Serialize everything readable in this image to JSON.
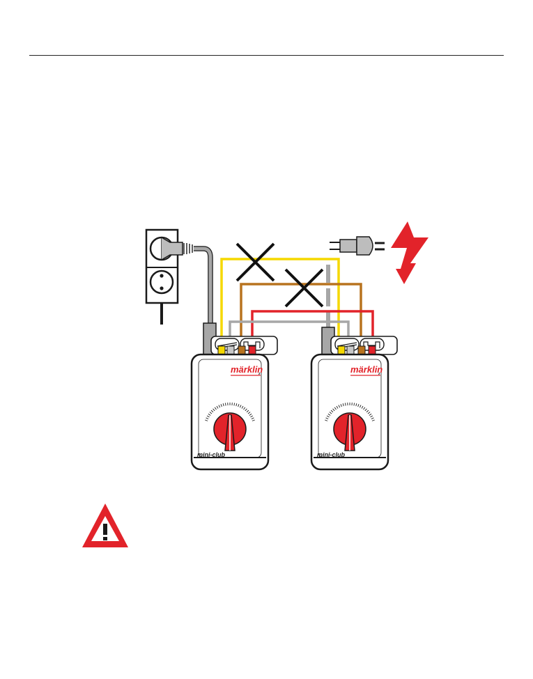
{
  "brand": "märklin",
  "brand_suffix": "z",
  "series": "mini-club",
  "colors": {
    "yellow": "#f5d800",
    "brown": "#b8731f",
    "red": "#e2232a",
    "gray": "#a7a7a7",
    "cross": "#111111",
    "controller_body": "#ffffff",
    "controller_outline": "#1a1a1a",
    "knob": "#e2232a"
  },
  "icons": {
    "left_plug": "power-plug-in-socket-icon",
    "right_plug": "mains-plug-icon",
    "lightning": "lightning-bolt-icon",
    "warning": "warning-triangle-icon",
    "cross_marks": "x-mark-icon"
  }
}
